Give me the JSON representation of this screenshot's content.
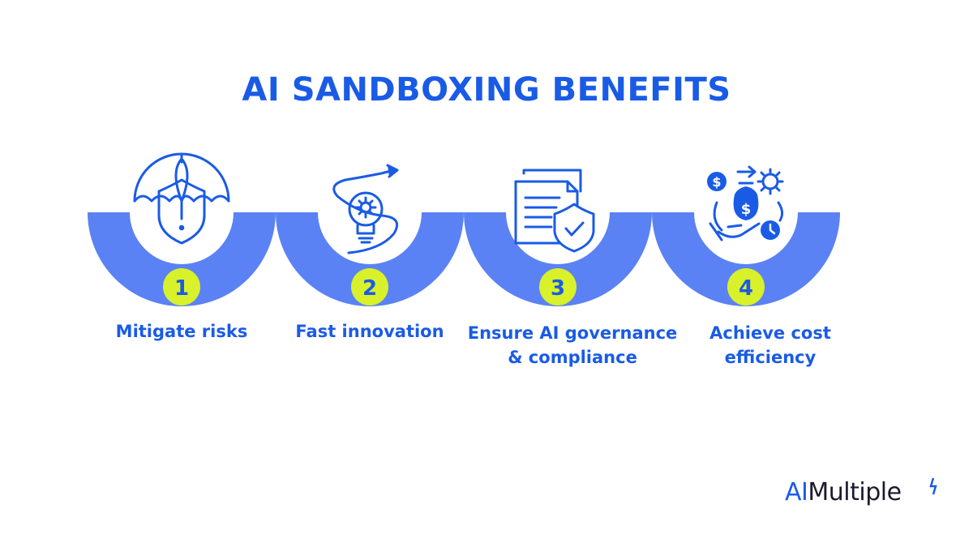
{
  "title": "AI SANDBOXING BENEFITS",
  "colors": {
    "primary": "#1a5be6",
    "arc": "#5b82f4",
    "badge": "#d8f12a",
    "text_dark": "#1b1b2e"
  },
  "benefits": [
    {
      "number": "1",
      "icon": "umbrella-shield-icon",
      "lines": [
        "Mitigate risks"
      ]
    },
    {
      "number": "2",
      "icon": "lightbulb-gear-arrow-icon",
      "lines": [
        "Fast innovation"
      ]
    },
    {
      "number": "3",
      "icon": "document-shield-check-icon",
      "lines": [
        "Ensure AI governance",
        "& compliance"
      ]
    },
    {
      "number": "4",
      "icon": "money-bag-hand-gear-clock-icon",
      "lines": [
        "Achieve cost",
        "efficiency"
      ]
    }
  ],
  "logo": {
    "prefix": "AI",
    "suffix": "Multiple"
  }
}
